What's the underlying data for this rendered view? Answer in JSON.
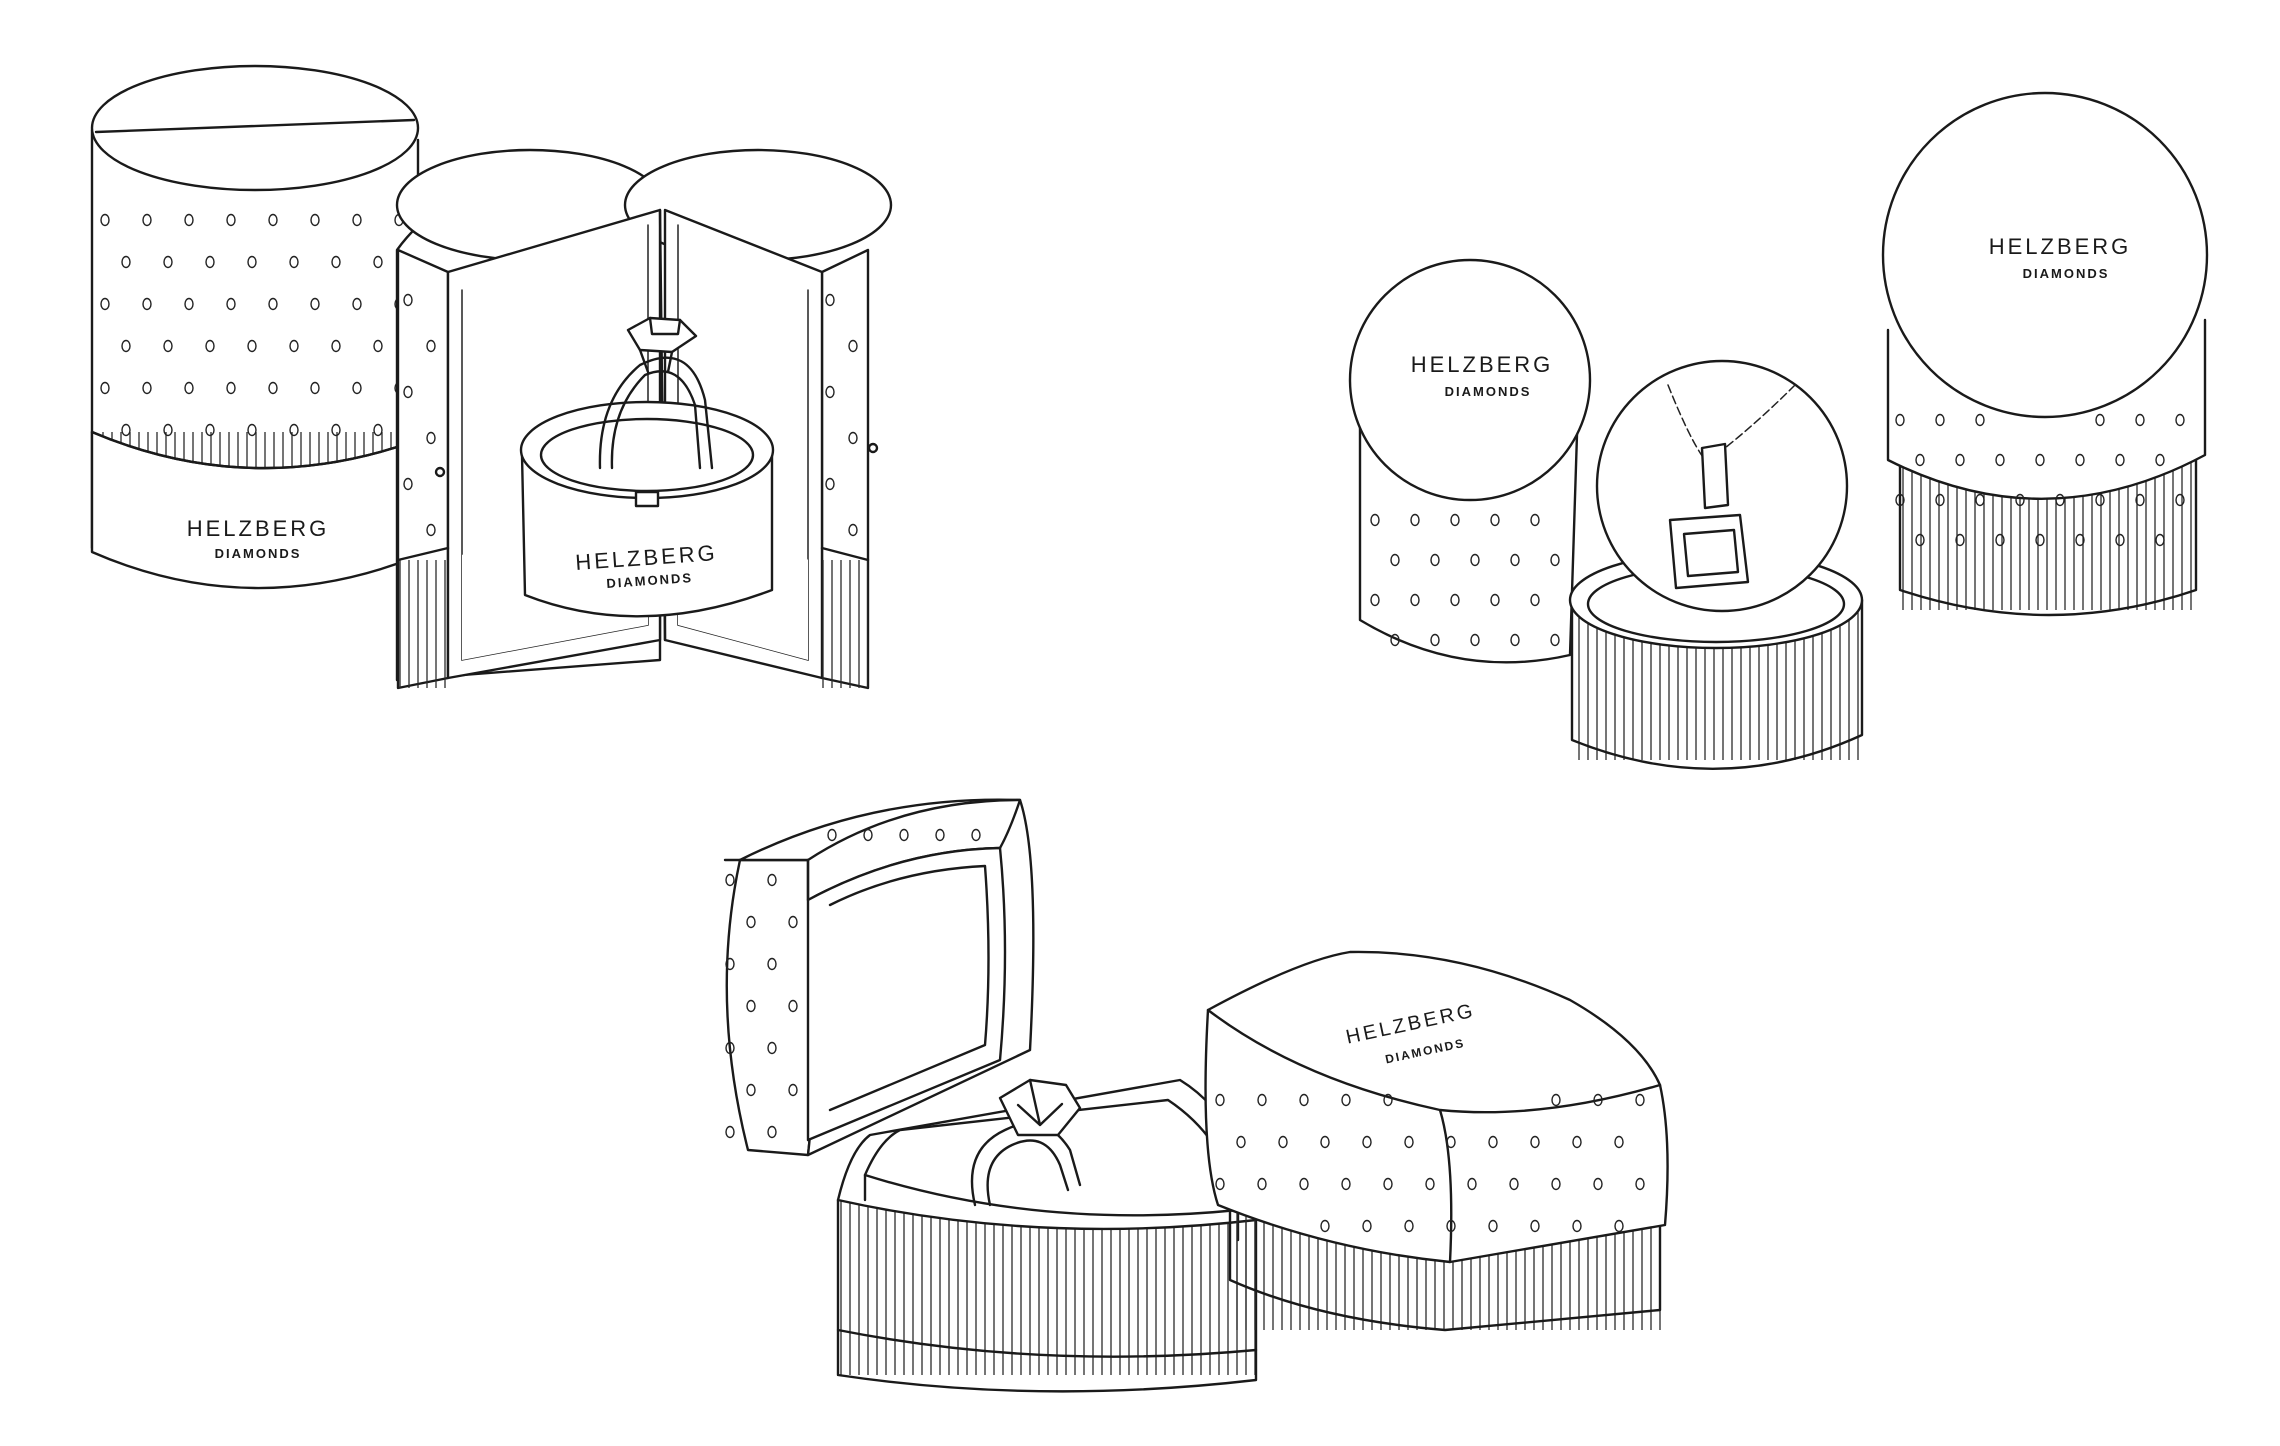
{
  "brand": {
    "name": "HELZBERG",
    "subtitle": "DIAMONDS"
  },
  "colors": {
    "ink": "#1a1a1a",
    "paper": "#ffffff"
  },
  "packages": [
    {
      "id": "cylinder-ring-box"
    },
    {
      "id": "pendant-domes"
    },
    {
      "id": "cushion-ring-box"
    }
  ]
}
